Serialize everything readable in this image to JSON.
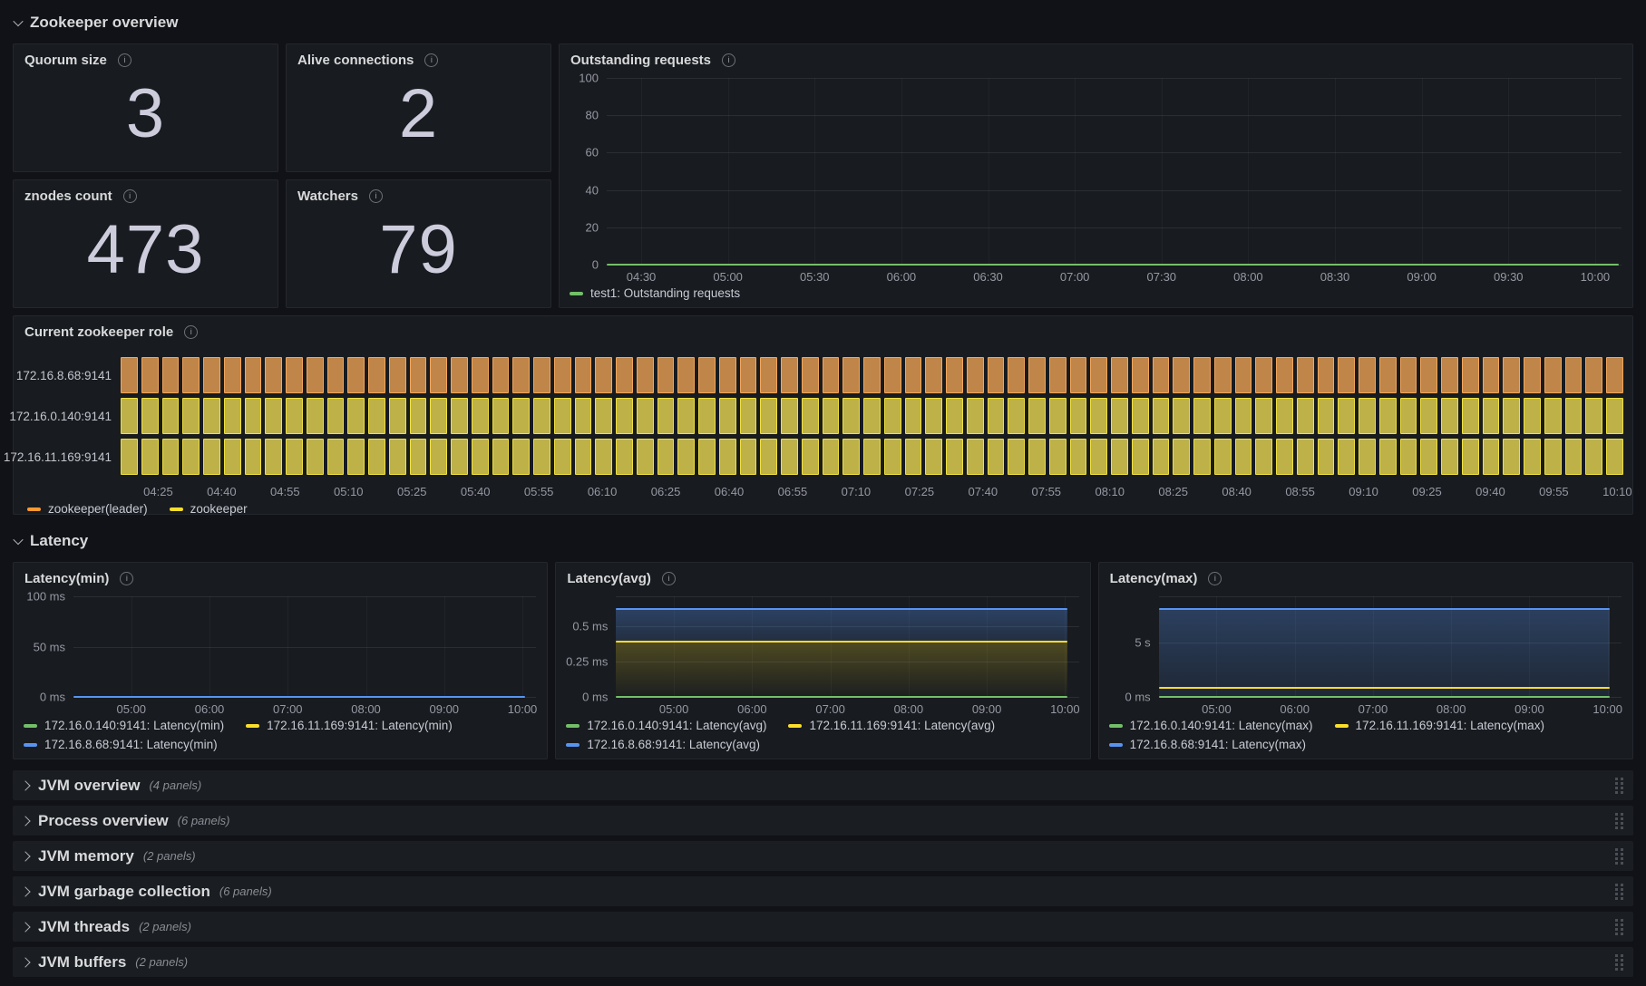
{
  "icons": {
    "info": "i",
    "section_expanded": "chevron-down",
    "row_collapsed": "chevron-right",
    "drag": "drag-handle-dots"
  },
  "sections": {
    "overview": {
      "title": "Zookeeper overview",
      "expanded": true
    },
    "latency": {
      "title": "Latency",
      "expanded": true
    }
  },
  "stats": [
    {
      "title": "Quorum size",
      "value": "3"
    },
    {
      "title": "Alive connections",
      "value": "2"
    },
    {
      "title": "znodes count",
      "value": "473"
    },
    {
      "title": "Watchers",
      "value": "79"
    }
  ],
  "outstanding": {
    "title": "Outstanding requests",
    "y_ticks": [
      {
        "label": "100",
        "pos": 0
      },
      {
        "label": "80",
        "pos": 20
      },
      {
        "label": "60",
        "pos": 40
      },
      {
        "label": "40",
        "pos": 60
      },
      {
        "label": "20",
        "pos": 80
      },
      {
        "label": "0",
        "pos": 100
      }
    ],
    "x_ticks": [
      "04:30",
      "05:00",
      "05:30",
      "06:00",
      "06:30",
      "07:00",
      "07:30",
      "08:00",
      "08:30",
      "09:00",
      "09:30",
      "10:00"
    ],
    "areas": [],
    "lines": [
      {
        "color": "#73BF69",
        "pos": 100
      }
    ],
    "legend": [
      {
        "label": "test1: Outstanding requests",
        "color": "#73BF69"
      }
    ]
  },
  "role_timeline": {
    "title": "Current zookeeper role",
    "cell_count": 73,
    "rows": [
      {
        "label": "172.16.8.68:9141",
        "state": "zookeeper(leader)",
        "fill": "#c08548",
        "border": "#f2a65c"
      },
      {
        "label": "172.16.0.140:9141",
        "state": "zookeeper",
        "fill": "#bdb148",
        "border": "#f0e03e"
      },
      {
        "label": "172.16.11.169:9141",
        "state": "zookeeper",
        "fill": "#bdb148",
        "border": "#f0e03e"
      }
    ],
    "x_ticks": [
      "04:25",
      "04:40",
      "04:55",
      "05:10",
      "05:25",
      "05:40",
      "05:55",
      "06:10",
      "06:25",
      "06:40",
      "06:55",
      "07:10",
      "07:25",
      "07:40",
      "07:55",
      "08:10",
      "08:25",
      "08:40",
      "08:55",
      "09:10",
      "09:25",
      "09:40",
      "09:55",
      "10:10"
    ],
    "legend": [
      {
        "label": "zookeeper(leader)",
        "color": "#FF9830"
      },
      {
        "label": "zookeeper",
        "color": "#FADE2A"
      }
    ]
  },
  "latency_panels": [
    {
      "title": "Latency(min)",
      "y_ticks": [
        {
          "label": "100 ms",
          "pos": 0
        },
        {
          "label": "50 ms",
          "pos": 50
        },
        {
          "label": "0 ms",
          "pos": 100
        }
      ],
      "x_ticks": [
        "05:00",
        "06:00",
        "07:00",
        "08:00",
        "09:00",
        "10:00"
      ],
      "areas": [],
      "lines": [
        {
          "color": "#5794F2",
          "pos": 100
        }
      ],
      "legend": [
        {
          "label": "172.16.0.140:9141: Latency(min)",
          "color": "#73BF69"
        },
        {
          "label": "172.16.11.169:9141: Latency(min)",
          "color": "#FADE2A"
        },
        {
          "label": "172.16.8.68:9141: Latency(min)",
          "color": "#5794F2"
        }
      ]
    },
    {
      "title": "Latency(avg)",
      "y_ticks": [
        {
          "label": "",
          "pos": 0
        },
        {
          "label": "0.5 ms",
          "pos": 30
        },
        {
          "label": "0.25 ms",
          "pos": 65
        },
        {
          "label": "0 ms",
          "pos": 100
        }
      ],
      "x_ticks": [
        "05:00",
        "06:00",
        "07:00",
        "08:00",
        "09:00",
        "10:00"
      ],
      "areas": [
        {
          "color": "#5794F2",
          "from": 13,
          "to": 45,
          "a1": 0.32,
          "a2": 0.16
        },
        {
          "color": "#FADE2A",
          "from": 45,
          "to": 100,
          "a1": 0.24,
          "a2": 0.02
        }
      ],
      "lines": [
        {
          "color": "#5794F2",
          "pos": 13
        },
        {
          "color": "#FADE2A",
          "pos": 45
        },
        {
          "color": "#73BF69",
          "pos": 100
        }
      ],
      "legend": [
        {
          "label": "172.16.0.140:9141: Latency(avg)",
          "color": "#73BF69"
        },
        {
          "label": "172.16.11.169:9141: Latency(avg)",
          "color": "#FADE2A"
        },
        {
          "label": "172.16.8.68:9141: Latency(avg)",
          "color": "#5794F2"
        }
      ]
    },
    {
      "title": "Latency(max)",
      "y_ticks": [
        {
          "label": "",
          "pos": 0
        },
        {
          "label": "5 s",
          "pos": 46
        },
        {
          "label": "0 ms",
          "pos": 100
        }
      ],
      "x_ticks": [
        "05:00",
        "06:00",
        "07:00",
        "08:00",
        "09:00",
        "10:00"
      ],
      "areas": [
        {
          "color": "#5794F2",
          "from": 13,
          "to": 100,
          "a1": 0.3,
          "a2": 0.1
        }
      ],
      "lines": [
        {
          "color": "#5794F2",
          "pos": 13
        },
        {
          "color": "#FADE2A",
          "pos": 91
        },
        {
          "color": "#73BF69",
          "pos": 100
        }
      ],
      "legend": [
        {
          "label": "172.16.0.140:9141: Latency(max)",
          "color": "#73BF69"
        },
        {
          "label": "172.16.11.169:9141: Latency(max)",
          "color": "#FADE2A"
        },
        {
          "label": "172.16.8.68:9141: Latency(max)",
          "color": "#5794F2"
        }
      ]
    }
  ],
  "collapsed_rows": [
    {
      "title": "JVM overview",
      "count": "(4 panels)"
    },
    {
      "title": "Process overview",
      "count": "(6 panels)"
    },
    {
      "title": "JVM memory",
      "count": "(2 panels)"
    },
    {
      "title": "JVM garbage collection",
      "count": "(6 panels)"
    },
    {
      "title": "JVM threads",
      "count": "(2 panels)"
    },
    {
      "title": "JVM buffers",
      "count": "(2 panels)"
    }
  ],
  "chart_data": [
    {
      "type": "line",
      "title": "Outstanding requests",
      "x": [
        "04:30",
        "05:00",
        "05:30",
        "06:00",
        "06:30",
        "07:00",
        "07:30",
        "08:00",
        "08:30",
        "09:00",
        "09:30",
        "10:00"
      ],
      "series": [
        {
          "name": "test1: Outstanding requests",
          "values": [
            0,
            0,
            0,
            0,
            0,
            0,
            0,
            0,
            0,
            0,
            0,
            0
          ]
        }
      ],
      "ylim": [
        0,
        100
      ],
      "yticks": [
        0,
        20,
        40,
        60,
        80,
        100
      ],
      "grid": true,
      "legend_position": "bottom"
    },
    {
      "type": "heatmap",
      "subtype": "state-timeline",
      "title": "Current zookeeper role",
      "x_range": [
        "04:25",
        "10:10"
      ],
      "rows": [
        {
          "name": "172.16.8.68:9141",
          "state": "zookeeper(leader)"
        },
        {
          "name": "172.16.0.140:9141",
          "state": "zookeeper"
        },
        {
          "name": "172.16.11.169:9141",
          "state": "zookeeper"
        }
      ],
      "legend": [
        "zookeeper(leader)",
        "zookeeper"
      ]
    },
    {
      "type": "line",
      "title": "Latency(min)",
      "x": [
        "05:00",
        "06:00",
        "07:00",
        "08:00",
        "09:00",
        "10:00"
      ],
      "ylabel": "ms",
      "ylim": [
        0,
        100
      ],
      "series": [
        {
          "name": "172.16.0.140:9141: Latency(min)",
          "values": [
            0,
            0,
            0,
            0,
            0,
            0
          ]
        },
        {
          "name": "172.16.11.169:9141: Latency(min)",
          "values": [
            0,
            0,
            0,
            0,
            0,
            0
          ]
        },
        {
          "name": "172.16.8.68:9141: Latency(min)",
          "values": [
            0,
            0,
            0,
            0,
            0,
            0
          ]
        }
      ],
      "legend_position": "bottom"
    },
    {
      "type": "line",
      "title": "Latency(avg)",
      "x": [
        "05:00",
        "06:00",
        "07:00",
        "08:00",
        "09:00",
        "10:00"
      ],
      "ylabel": "ms",
      "ylim": [
        0,
        0.72
      ],
      "yticks": [
        0,
        0.25,
        0.5
      ],
      "series": [
        {
          "name": "172.16.0.140:9141: Latency(avg)",
          "values": [
            0,
            0,
            0,
            0,
            0,
            0
          ]
        },
        {
          "name": "172.16.11.169:9141: Latency(avg)",
          "values": [
            0.39,
            0.39,
            0.39,
            0.39,
            0.39,
            0.39
          ]
        },
        {
          "name": "172.16.8.68:9141: Latency(avg)",
          "values": [
            0.61,
            0.61,
            0.61,
            0.61,
            0.61,
            0.61
          ]
        }
      ],
      "fill": "gradient-area",
      "legend_position": "bottom"
    },
    {
      "type": "line",
      "title": "Latency(max)",
      "x": [
        "05:00",
        "06:00",
        "07:00",
        "08:00",
        "09:00",
        "10:00"
      ],
      "ylabel": "s",
      "ylim": [
        0,
        9.2
      ],
      "yticks": [
        0,
        5
      ],
      "series": [
        {
          "name": "172.16.0.140:9141: Latency(max)",
          "values": [
            0,
            0,
            0,
            0,
            0,
            0
          ]
        },
        {
          "name": "172.16.11.169:9141: Latency(max)",
          "values": [
            0.8,
            0.8,
            0.8,
            0.8,
            0.8,
            0.8
          ]
        },
        {
          "name": "172.16.8.68:9141: Latency(max)",
          "values": [
            8,
            8,
            8,
            8,
            8,
            8
          ]
        }
      ],
      "fill": "gradient-area",
      "legend_position": "bottom"
    }
  ]
}
